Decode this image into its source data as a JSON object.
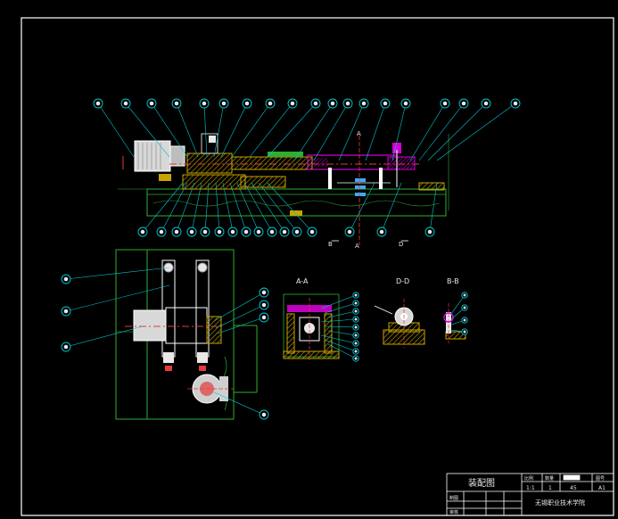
{
  "drawing": {
    "section_labels": {
      "aa": "A-A",
      "dd": "D-D",
      "bb": "B-B",
      "cut_a": "A",
      "cut_b": "B",
      "cut_d": "D"
    },
    "title_block": {
      "title": "装配图",
      "h_scale": "比例",
      "h_qty": "数量",
      "h_no": "图号",
      "scale": "1:1",
      "qty": "1",
      "number": "45",
      "sheet": "A1",
      "school": "无锡职业技术学院",
      "row_a": "制图",
      "row_b": "审核"
    }
  }
}
